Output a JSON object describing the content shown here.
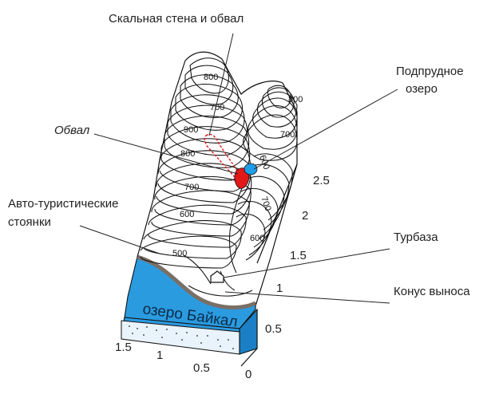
{
  "labels": {
    "rock_wall": "Скальная стена и обвал",
    "dam_lake": "Подпрудное",
    "dam_lake_2": "озеро",
    "landslide": "Обвал",
    "camps": "Авто-туристические",
    "camps_2": "стоянки",
    "tourist_base": "Турбаза",
    "alluvial_fan": "Конус выноса",
    "lake_name": "озеро Байкал"
  },
  "contour_labels": [
    "800",
    "700",
    "800",
    "900",
    "700",
    "800",
    "700",
    "600",
    "600",
    "700",
    "600",
    "500"
  ],
  "scale_vertical": [
    "0",
    "0.5",
    "1",
    "1.5",
    "2",
    "2.5"
  ],
  "scale_horizontal": [
    "1.5",
    "1",
    "0.5"
  ],
  "colors": {
    "lake": "#2b9be0",
    "lake_dark": "#1a7fc4",
    "landslide": "#e31919",
    "dam_lake": "#1f9ee8",
    "shore": "#7a6f66"
  }
}
